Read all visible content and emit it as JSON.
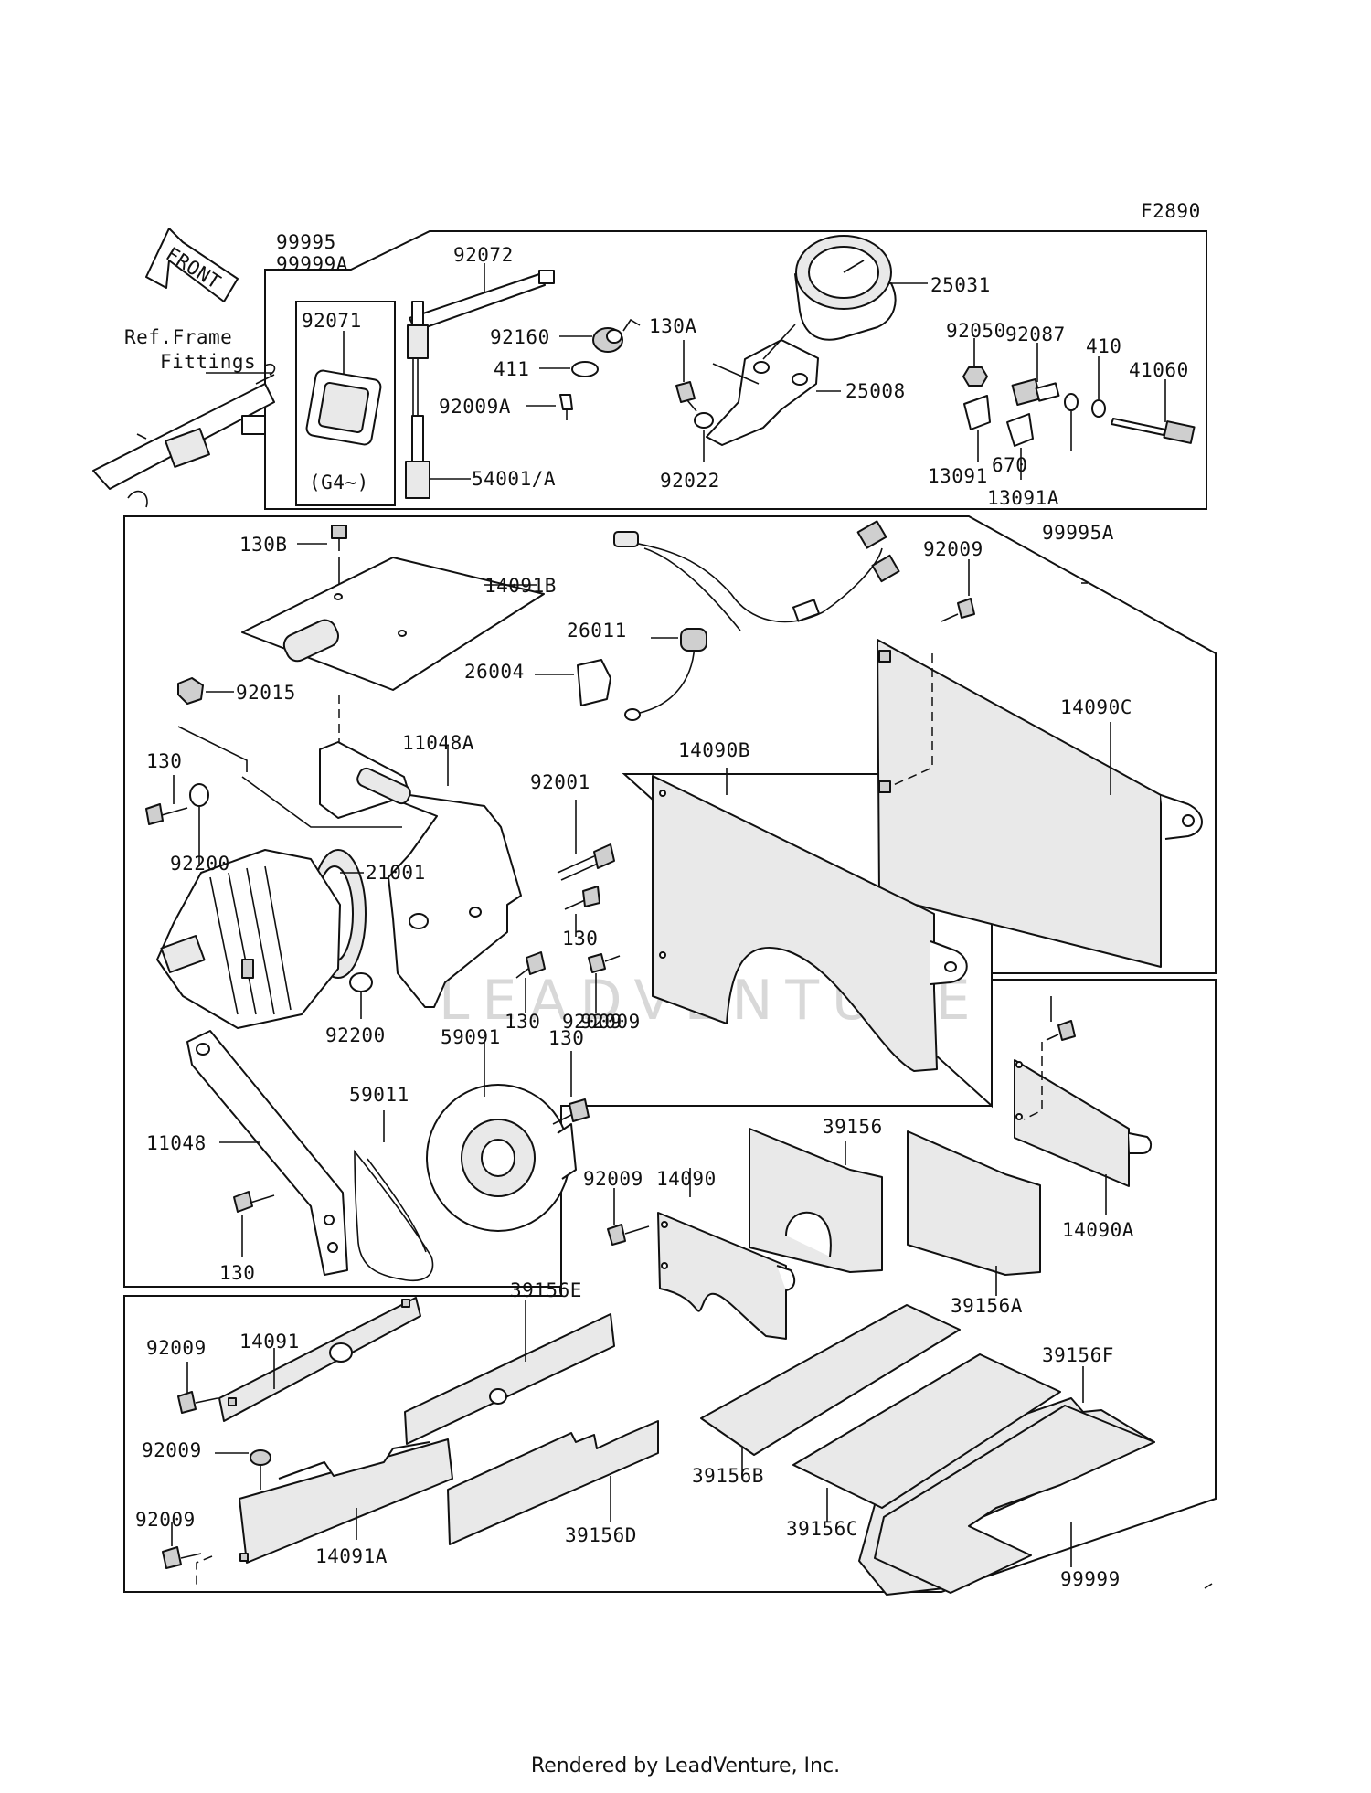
{
  "figure_code": "F2890",
  "front_label": "FRONT",
  "ref_label": [
    "Ref.Frame",
    "Fittings"
  ],
  "watermark": "LEADVENTURE",
  "footer": "Rendered by LeadVenture, Inc.",
  "part_labels": [
    "99995",
    "99999A",
    "92072",
    "25031",
    "92071",
    "92160",
    "130A",
    "92050",
    "92087",
    "410",
    "41060",
    "411",
    "25008",
    "92009A",
    "13091",
    "670",
    "92022",
    "(G4~)",
    "54001/A",
    "13091A",
    "130B",
    "14091B",
    "99995A",
    "92009",
    "26011",
    "26004",
    "92015",
    "14090C",
    "11048A",
    "130",
    "14090B",
    "92001",
    "92200",
    "21001",
    "130",
    "130",
    "92009",
    "92009",
    "92200",
    "59091",
    "130",
    "59011",
    "39156",
    "11048",
    "92009",
    "14090",
    "14090A",
    "130",
    "39156A",
    "39156E",
    "14091",
    "92009",
    "39156F",
    "92009",
    "39156B",
    "39156C",
    "39156D",
    "92009",
    "14091A",
    "99999"
  ]
}
